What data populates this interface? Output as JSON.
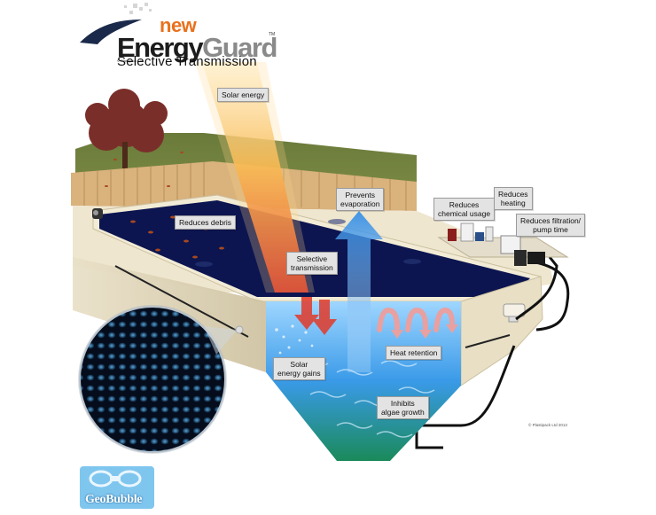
{
  "brand": {
    "new_word": "new",
    "name_part1": "Energy",
    "name_part2": "Guard",
    "trademark": "TM",
    "registered": "© Plastipack Ltd",
    "tagline": "Selective Transmission"
  },
  "labels": {
    "solar_energy": "Solar energy",
    "reduces_debris": "Reduces debris",
    "prevents_evaporation_1": "Prevents",
    "prevents_evaporation_2": "evaporation",
    "reduces_chemical_1": "Reduces",
    "reduces_chemical_2": "chemical usage",
    "reduces_heating_1": "Reduces",
    "reduces_heating_2": "heating",
    "reduces_filtration_1": "Reduces filtration/",
    "reduces_filtration_2": "pump time",
    "selective_transmission_1": "Selective",
    "selective_transmission_2": "transmission",
    "heat_retention": "Heat retention",
    "solar_gains_1": "Solar",
    "solar_gains_2": "energy gains",
    "inhibits_algae_1": "Inhibits",
    "inhibits_algae_2": "algae growth"
  },
  "copyright": "© Plastipack Ltd 2013",
  "geobubble": "GeoBubble",
  "colors": {
    "brand_orange": "#e9711c",
    "pool_cover": "#0c1550",
    "water_blue": "#2b8fe0",
    "solar_beam": "#f3a33a",
    "fence": "#d9b27c",
    "tree": "#7a2e2a"
  }
}
